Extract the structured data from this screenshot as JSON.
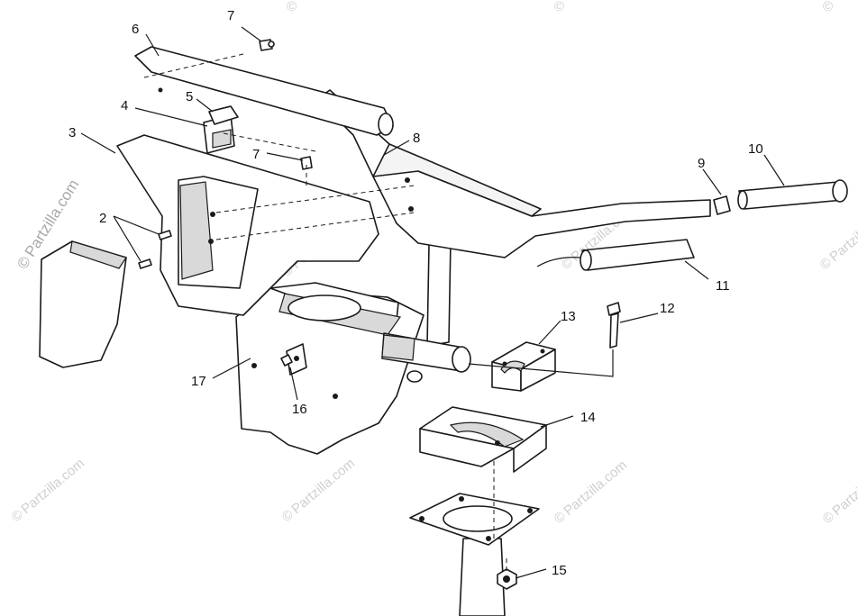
{
  "watermark": {
    "text": "Partzilla.com",
    "symbol": "©",
    "color_light": "#cfcfcf",
    "color_dark": "#a8a8a8"
  },
  "callouts": [
    {
      "id": "1",
      "label": "2"
    },
    {
      "id": "2",
      "label": "3"
    },
    {
      "id": "3",
      "label": "4"
    },
    {
      "id": "4",
      "label": "5"
    },
    {
      "id": "5",
      "label": "6"
    },
    {
      "id": "6",
      "label": "7"
    },
    {
      "id": "7",
      "label": "7"
    },
    {
      "id": "8",
      "label": "8"
    },
    {
      "id": "9",
      "label": "9"
    },
    {
      "id": "10",
      "label": "10"
    },
    {
      "id": "11",
      "label": "11"
    },
    {
      "id": "12",
      "label": "12"
    },
    {
      "id": "13",
      "label": "13"
    },
    {
      "id": "14",
      "label": "14"
    },
    {
      "id": "15",
      "label": "15"
    },
    {
      "id": "16",
      "label": "16"
    },
    {
      "id": "17",
      "label": "17"
    }
  ]
}
